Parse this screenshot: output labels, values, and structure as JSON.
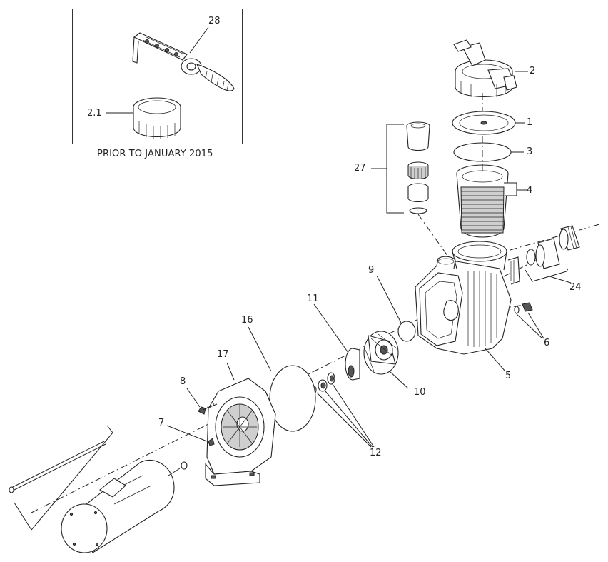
{
  "inset": {
    "caption": "PRIOR TO JANUARY 2015",
    "callouts": {
      "p28": "28",
      "p21": "2.1"
    }
  },
  "callouts": {
    "p1": "1",
    "p2": "2",
    "p3": "3",
    "p4": "4",
    "p5": "5",
    "p6": "6",
    "p7": "7",
    "p8": "8",
    "p9": "9",
    "p10": "10",
    "p11": "11",
    "p12": "12",
    "p16": "16",
    "p17": "17",
    "p24": "24",
    "p27": "27"
  }
}
